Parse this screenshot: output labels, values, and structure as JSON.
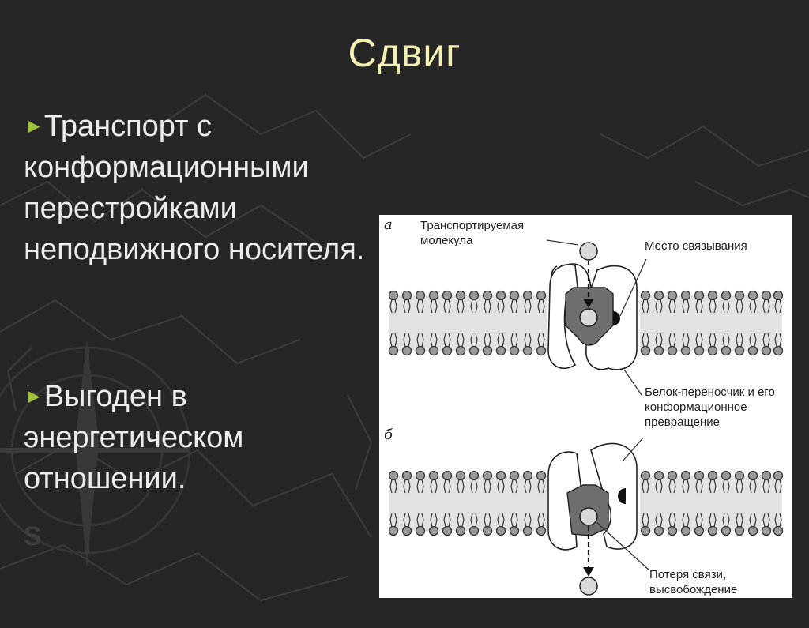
{
  "slide": {
    "title": "Сдвиг",
    "bullets": [
      {
        "marker": "►",
        "text": "Транспорт с конформационными перестройками неподвижного носителя."
      },
      {
        "marker": "►",
        "text": "Выгоден в энергетическом отношении."
      }
    ]
  },
  "figure": {
    "panel_a": "а",
    "panel_b": "б",
    "labels": {
      "transported_molecule": "Транспортируемая молекула",
      "binding_site": "Место связывания",
      "carrier_protein": "Белок-переносчик и его конформационное превращение",
      "release": "Потеря связи, высвобождение"
    }
  },
  "colors": {
    "background": "#262626",
    "title": "#f3efb2",
    "text": "#ececec",
    "bullet_marker": "#9fc23a",
    "protein_fill": "#6e6e6e",
    "lipid_head": "#9a9a9a"
  }
}
